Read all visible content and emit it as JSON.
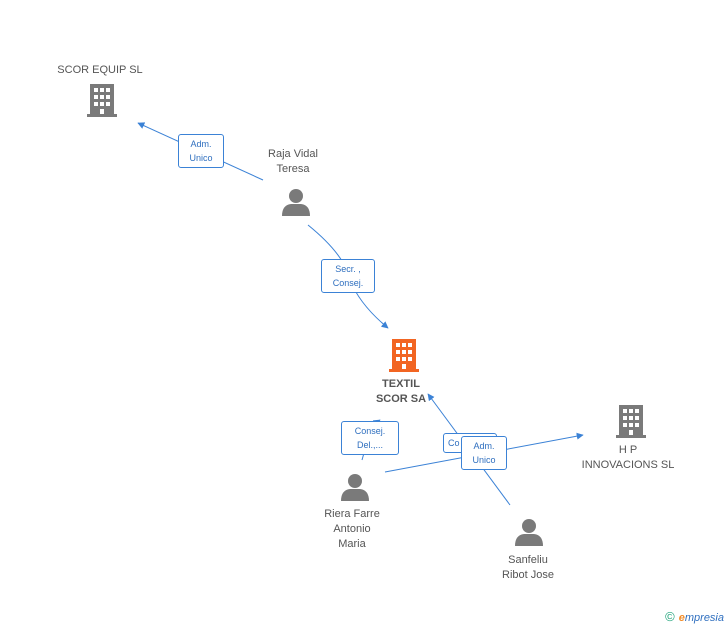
{
  "nodes": {
    "scor_equip": {
      "label": "SCOR EQUIP SL",
      "icon": "building-icon",
      "color": "#7a7a7a"
    },
    "raja_vidal": {
      "label": "Raja Vidal\nTeresa",
      "icon": "person-icon",
      "color": "#7a7a7a"
    },
    "textil_scor": {
      "label": "TEXTIL\nSCOR SA",
      "icon": "building-icon",
      "color": "#f26522"
    },
    "hp_innovacions": {
      "label": "H P\nINNOVACIONS SL",
      "icon": "building-icon",
      "color": "#7a7a7a"
    },
    "riera_farre": {
      "label": "Riera Farre\nAntonio\nMaria",
      "icon": "person-icon",
      "color": "#7a7a7a"
    },
    "sanfeliu": {
      "label": "Sanfeliu\nRibot Jose",
      "icon": "person-icon",
      "color": "#7a7a7a"
    }
  },
  "edges": {
    "raja_to_scor_equip": "Adm.\nUnico",
    "raja_to_textil": "Secr. ,\nConsej.",
    "riera_to_textil": "Consej.\nDel.,...",
    "sanfeliu_to_textil_back": "Co",
    "sanfeliu_to_hp": "Adm.\nUnico"
  },
  "colors": {
    "edge": "#3b82d6",
    "main_node": "#f26522",
    "node": "#7a7a7a"
  },
  "footer": {
    "copyright": "©",
    "brand_initial": "e",
    "brand_rest": "mpresia"
  }
}
